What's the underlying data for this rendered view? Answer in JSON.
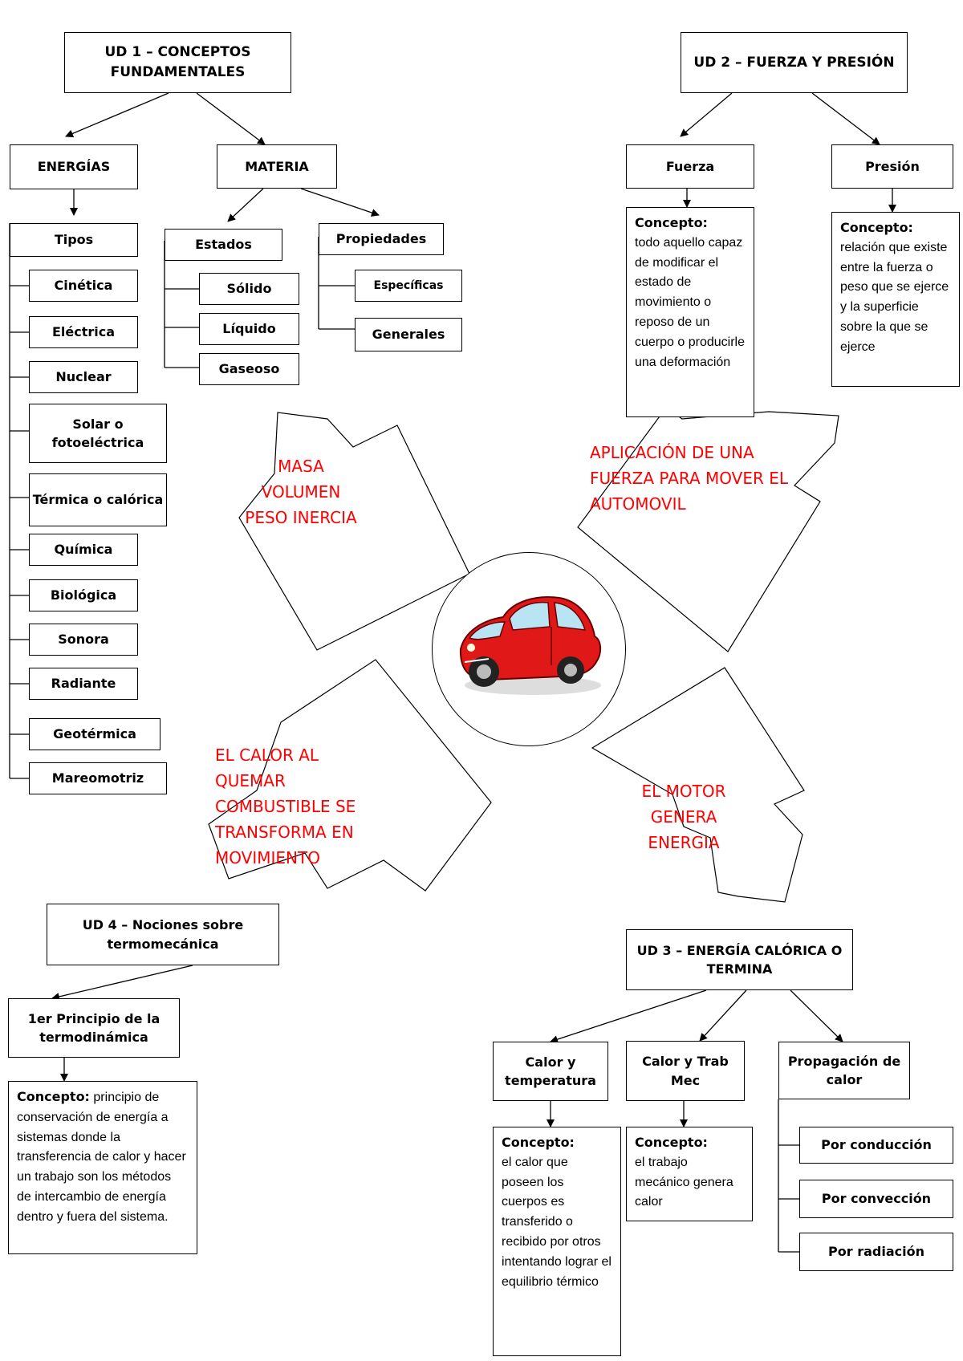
{
  "ud1": {
    "title": "UD 1 – CONCEPTOS FUNDAMENTALES",
    "energias": {
      "label": "ENERGÍAS",
      "tipos": "Tipos",
      "items": [
        "Cinética",
        "Eléctrica",
        "Nuclear",
        "Solar o fotoeléctrica",
        "Térmica o calórica",
        "Química",
        "Biológica",
        "Sonora",
        "Radiante",
        "Geotérmica",
        "Mareomotriz"
      ]
    },
    "materia": {
      "label": "MATERIA",
      "estados": {
        "label": "Estados",
        "items": [
          "Sólido",
          "Líquido",
          "Gaseoso"
        ]
      },
      "propiedades": {
        "label": "Propiedades",
        "items": [
          "Específicas",
          "Generales"
        ]
      }
    }
  },
  "ud2": {
    "title": "UD 2 – FUERZA Y PRESIÓN",
    "fuerza": {
      "label": "Fuerza",
      "concept_title": "Concepto:",
      "concept_text": "todo aquello capaz de modificar el estado de movimiento o reposo de un cuerpo o producirle una deformación"
    },
    "presion": {
      "label": "Presión",
      "concept_title": "Concepto:",
      "concept_text": "relación que existe entre la fuerza o peso que se ejerce y la superficie sobre la que se ejerce"
    }
  },
  "ud3": {
    "title": "UD 3 – ENERGÍA CALÓRICA O TERMINA",
    "calor_temp": {
      "label": "Calor y temperatura",
      "concept_title": "Concepto:",
      "concept_text": "el calor que poseen los cuerpos es transferido o recibido por otros intentando lograr el equilibrio térmico"
    },
    "calor_trab": {
      "label": "Calor y Trab Mec",
      "concept_title": "Concepto:",
      "concept_text": "el trabajo mecánico genera calor"
    },
    "propagacion": {
      "label": "Propagación de calor",
      "items": [
        "Por conducción",
        "Por convección",
        "Por radiación"
      ]
    }
  },
  "ud4": {
    "title": "UD 4 – Nociones sobre termomecánica",
    "principio": "1er Principio de la termodinámica",
    "concept_title": "Concepto:",
    "concept_text": "principio de conservación de energía a sistemas donde la transferencia de calor y hacer un trabajo son los métodos de intercambio de energía dentro y fuera del sistema."
  },
  "arrows": {
    "nw": "MASA VOLUMEN PESO INERCIA",
    "ne": "APLICACIÓN DE UNA FUERZA PARA MOVER EL AUTOMOVIL",
    "sw": "EL CALOR AL QUEMAR COMBUSTIBLE SE TRANSFORMA EN MOVIMIENTO",
    "se": "EL MOTOR GENERA ENERGIA"
  },
  "colors": {
    "arrow_text": "#ff0000",
    "car_body": "#e01818"
  }
}
